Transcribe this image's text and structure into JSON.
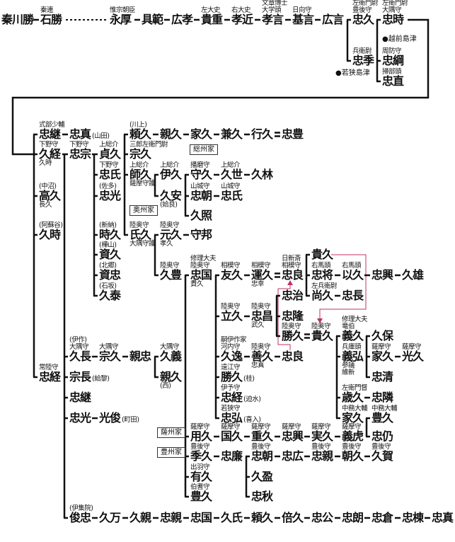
{
  "nodes": [
    {
      "name": "秦川勝"
    },
    {
      "name": "石勝",
      "titles": [
        "秦連"
      ]
    },
    {
      "name": "永厚",
      "titles": [
        "惟宗朝臣"
      ]
    },
    {
      "name": "具範"
    },
    {
      "name": "広孝"
    },
    {
      "name": "貴重",
      "titles": [
        "左大史"
      ]
    },
    {
      "name": "孝近",
      "titles": [
        "右大史"
      ]
    },
    {
      "name": "孝言",
      "titles": [
        "文章博士",
        "大学頭"
      ]
    },
    {
      "name": "基言",
      "titles": [
        "日向守"
      ]
    },
    {
      "name": "広言"
    },
    {
      "name": "忠久",
      "titles": [
        "左衛門尉",
        "豊後守"
      ]
    },
    {
      "name": "忠時",
      "titles": [
        "左衛門尉",
        "大隅守"
      ]
    },
    {
      "name": "忠季",
      "titles": [
        "兵衛尉"
      ]
    },
    {
      "name": "忠綱",
      "titles": [
        "周防守"
      ]
    },
    {
      "name": "忠直",
      "titles": [
        "掃部頭"
      ]
    },
    {
      "name": "忠継",
      "titles": [
        "式部少輔"
      ]
    },
    {
      "name": "忠真",
      "right": "(山田)"
    },
    {
      "name": "頼久",
      "titles": [
        "(川上)"
      ]
    },
    {
      "name": "親久"
    },
    {
      "name": "家久"
    },
    {
      "name": "兼久"
    },
    {
      "name": "行久"
    },
    {
      "name": "忠豊"
    },
    {
      "name": "久経",
      "titles": [
        "下野守"
      ],
      "below": [
        "久時"
      ]
    },
    {
      "name": "忠宗",
      "titles": [
        "下野守"
      ]
    },
    {
      "name": "貞久",
      "titles": [
        "上総介"
      ]
    },
    {
      "name": "宗久",
      "titles": [
        "三郎左衛門尉"
      ]
    },
    {
      "name": "忠氏",
      "titles": [
        "下野守"
      ]
    },
    {
      "name": "師久",
      "titles": [
        "上総介"
      ],
      "below": [
        "薩摩守護"
      ]
    },
    {
      "name": "伊久",
      "titles": [
        "上総介"
      ]
    },
    {
      "name": "守久",
      "titles": [
        "播磨守"
      ]
    },
    {
      "name": "久世",
      "titles": [
        "上総介"
      ]
    },
    {
      "name": "久林"
    },
    {
      "name": "高久",
      "titles": [
        "(中沼)"
      ],
      "below": [
        "長久"
      ]
    },
    {
      "name": "忠光",
      "titles": [
        "(佐多)"
      ]
    },
    {
      "name": "久安",
      "below": [
        "(姶良)"
      ]
    },
    {
      "name": "忠朝",
      "titles": [
        "山城守"
      ]
    },
    {
      "name": "忠氏",
      "titles": [
        "山城守"
      ]
    },
    {
      "name": "久照"
    },
    {
      "name": "久時",
      "titles": [
        "(阿蘇谷)"
      ]
    },
    {
      "name": "時久",
      "titles": [
        "(新納)"
      ]
    },
    {
      "name": "氏久",
      "titles": [
        "陸奥守"
      ],
      "below": [
        "大隅守護"
      ]
    },
    {
      "name": "元久",
      "titles": [
        "陸奥守"
      ],
      "below": [
        "孝久"
      ]
    },
    {
      "name": "守邦"
    },
    {
      "name": "資久",
      "titles": [
        "(樺山)"
      ]
    },
    {
      "name": "資忠",
      "titles": [
        "(北郷)"
      ]
    },
    {
      "name": "久泰",
      "titles": [
        "(石坂)"
      ]
    },
    {
      "name": "久豊",
      "titles": [
        "陸奥守"
      ]
    },
    {
      "name": "忠国",
      "titles": [
        "修理大夫",
        "陸奥守"
      ],
      "below": [
        "貴久"
      ]
    },
    {
      "name": "友久",
      "titles": [
        "相模守"
      ]
    },
    {
      "name": "運久",
      "titles": [
        "相模守"
      ],
      "below": [
        "忠幸"
      ]
    },
    {
      "name": "忠良",
      "titles": [
        "日新斎",
        "相模守"
      ]
    },
    {
      "name": "貴久"
    },
    {
      "name": "忠将",
      "titles": [
        "右馬頭"
      ]
    },
    {
      "name": "以久",
      "titles": [
        "右馬頭"
      ]
    },
    {
      "name": "忠興"
    },
    {
      "name": "久雄"
    },
    {
      "name": "尚久",
      "titles": [
        "左兵衛尉"
      ]
    },
    {
      "name": "忠長"
    },
    {
      "name": "忠治"
    },
    {
      "name": "立久",
      "titles": [
        "陸奥守"
      ]
    },
    {
      "name": "忠昌",
      "titles": [
        "陸奥守"
      ],
      "below": [
        "武久"
      ]
    },
    {
      "name": "忠隆"
    },
    {
      "name": "勝久",
      "titles": [
        "陸奥守"
      ]
    },
    {
      "name": "貴久",
      "titles": [
        "陸奥守"
      ]
    },
    {
      "name": "義久",
      "titles": [
        "修理大夫",
        "竜伯"
      ]
    },
    {
      "name": "久保"
    },
    {
      "name": "久逸",
      "titles": [
        "嗣伊作家",
        "河内守"
      ]
    },
    {
      "name": "善久",
      "titles": [
        "陸奥守"
      ],
      "below": [
        "忠真"
      ]
    },
    {
      "name": "忠良"
    },
    {
      "name": "義弘",
      "titles": [
        "兵庫頭"
      ],
      "below": [
        "参議",
        "維新"
      ]
    },
    {
      "name": "家久",
      "titles": [
        "薩摩守"
      ]
    },
    {
      "name": "光久",
      "titles": [
        "薩摩守"
      ]
    },
    {
      "name": "忠清"
    },
    {
      "name": "勝久",
      "titles": [
        "遠江守"
      ],
      "right": "(桂)"
    },
    {
      "name": "久長",
      "titles": [
        "(伊作)",
        "大隅守"
      ]
    },
    {
      "name": "宗久",
      "titles": [
        "大隅守"
      ]
    },
    {
      "name": "親忠"
    },
    {
      "name": "久義",
      "titles": [
        "大隅守"
      ]
    },
    {
      "name": "親久",
      "below": [
        "(西)"
      ]
    },
    {
      "name": "忠経",
      "titles": [
        "常陸守"
      ]
    },
    {
      "name": "宗長",
      "right": "(給黎)"
    },
    {
      "name": "忠継"
    },
    {
      "name": "忠経",
      "titles": [
        "伊予守"
      ],
      "right": "(迫水)"
    },
    {
      "name": "歳久",
      "titles": [
        "左衛門督"
      ]
    },
    {
      "name": "忠隣"
    },
    {
      "name": "忠光"
    },
    {
      "name": "光俊",
      "right": "(町田)"
    },
    {
      "name": "忠弘",
      "titles": [
        "若狭守"
      ],
      "right": "(喜入)"
    },
    {
      "name": "家久",
      "titles": [
        "中務大輔"
      ]
    },
    {
      "name": "豊久",
      "titles": [
        "中務大輔"
      ]
    },
    {
      "name": "用久",
      "titles": [
        "薩摩守"
      ]
    },
    {
      "name": "国久",
      "titles": [
        "薩摩守"
      ]
    },
    {
      "name": "重久",
      "titles": [
        "薩摩守"
      ]
    },
    {
      "name": "忠興",
      "titles": [
        "薩摩守"
      ]
    },
    {
      "name": "実久",
      "titles": [
        "薩摩守"
      ]
    },
    {
      "name": "義虎",
      "titles": [
        "薩摩守"
      ]
    },
    {
      "name": "忠仍"
    },
    {
      "name": "季久",
      "titles": [
        "豊後守"
      ]
    },
    {
      "name": "忠廉"
    },
    {
      "name": "忠朝",
      "titles": [
        "豊後守"
      ]
    },
    {
      "name": "忠広"
    },
    {
      "name": "忠親",
      "titles": [
        "豊後守"
      ]
    },
    {
      "name": "朝久",
      "titles": [
        "豊後守"
      ]
    },
    {
      "name": "久賀",
      "titles": [
        "豊後守"
      ]
    },
    {
      "name": "有久",
      "titles": [
        "出羽守"
      ]
    },
    {
      "name": "久盈"
    },
    {
      "name": "豊久",
      "titles": [
        "伯耆守"
      ]
    },
    {
      "name": "忠秋"
    },
    {
      "name": "俊忠",
      "titles": [
        "(伊集院)"
      ]
    },
    {
      "name": "久万"
    },
    {
      "name": "久親"
    },
    {
      "name": "忠親"
    },
    {
      "name": "忠国"
    },
    {
      "name": "久氏"
    },
    {
      "name": "頼久"
    },
    {
      "name": "倍久"
    },
    {
      "name": "忠公"
    },
    {
      "name": "忠朗"
    },
    {
      "name": "忠倉"
    },
    {
      "name": "忠棟"
    },
    {
      "name": "忠真"
    }
  ],
  "branch_labels": [
    "●越前島津",
    "●若狭島津"
  ],
  "house_labels": [
    "総州家",
    "奥州家",
    "薩州家",
    "豊州家"
  ],
  "colors": {
    "line": "#111111",
    "adoption": "#c0306a"
  }
}
